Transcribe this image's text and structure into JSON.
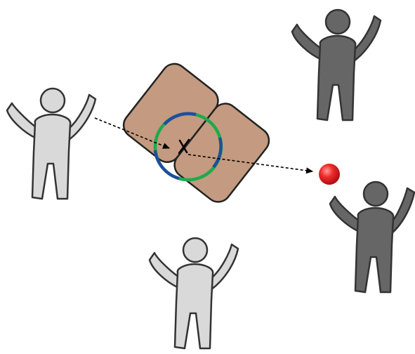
{
  "colors": {
    "light_person": "#d9d9d9",
    "dark_person": "#666666",
    "outline": "#333333",
    "mat_fill": "#c49a80",
    "mat_outline": "#222222",
    "ring_green": "#1eaa4b",
    "ring_blue": "#1f4e9c",
    "ball": "#e8161e",
    "arrow": "#000000"
  },
  "figures": [
    {
      "id": "person-left",
      "tone": "light"
    },
    {
      "id": "person-bottom",
      "tone": "light"
    },
    {
      "id": "person-top-right",
      "tone": "dark"
    },
    {
      "id": "person-right",
      "tone": "dark"
    }
  ],
  "marker_label": "X",
  "icons": [
    "person-icon",
    "mat-icon",
    "target-ring-icon",
    "ball-icon",
    "dashed-arrow-icon"
  ]
}
